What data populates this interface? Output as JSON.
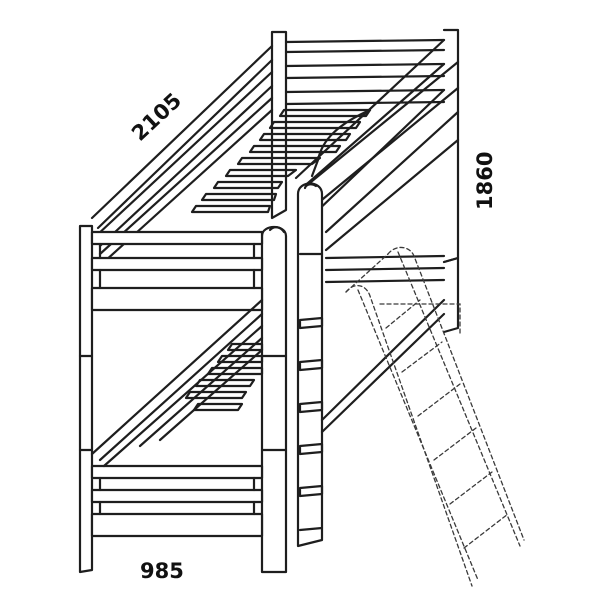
{
  "dimensions": {
    "length": "2105",
    "height": "1860",
    "width": "985"
  },
  "colors": {
    "line": "#1e1e1e",
    "background": "#ffffff"
  }
}
